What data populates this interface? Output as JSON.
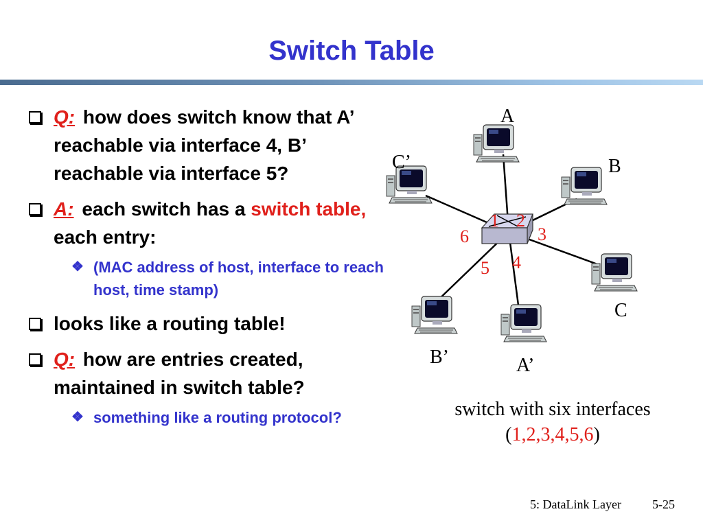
{
  "title": "Switch Table",
  "bullets": {
    "q1_label": "Q:",
    "q1_text": "how does switch know that A’ reachable via interface 4, B’ reachable via interface 5?",
    "a_label": "A:",
    "a_text_pre": " each switch has a ",
    "a_text_red": "switch table,",
    "a_text_post": " each entry:",
    "a_sub": "(MAC address of host, interface to reach host, time stamp)",
    "b3_text": "looks like a routing table!",
    "q2_label": "Q:",
    "q2_text": "how are entries created, maintained in switch table?",
    "q2_sub": "something like a routing protocol?"
  },
  "diagram": {
    "hosts": [
      "A",
      "B",
      "C",
      "A’",
      "B’",
      "C’"
    ],
    "interfaces": [
      "1",
      "2",
      "3",
      "4",
      "5",
      "6"
    ]
  },
  "caption": {
    "line1": "switch with six interfaces",
    "open": "(",
    "nums": "1,2,3,4,5,6",
    "close": ")"
  },
  "footer": {
    "chapter": "5: DataLink Layer",
    "page": "5-25"
  },
  "colors": {
    "title": "#3333cc",
    "accent_red": "#e0201b",
    "sub_bullet": "#3333cc"
  }
}
